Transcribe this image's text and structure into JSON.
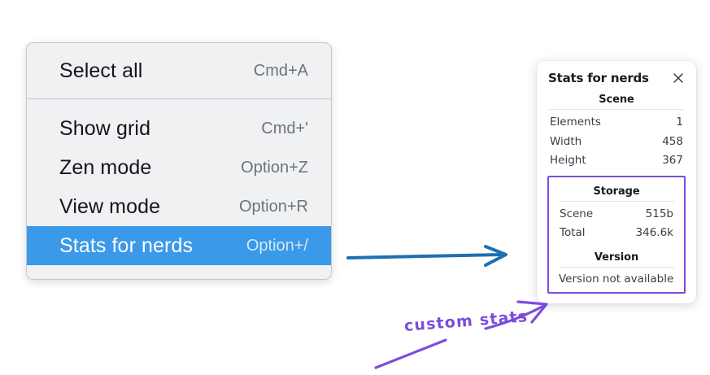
{
  "colors": {
    "menu_background": "#f0f1f3",
    "menu_border": "#c4c8ce",
    "selection_blue": "#3a99e8",
    "annotation_purple": "#7c4ddb",
    "arrow_blue": "#1f6fb2",
    "panel_background": "#ffffff",
    "text_primary": "#14161a",
    "text_muted": "#6e7377"
  },
  "context_menu": {
    "groups": [
      {
        "items": [
          {
            "label": "Select all",
            "shortcut": "Cmd+A",
            "selected": false
          }
        ]
      },
      {
        "items": [
          {
            "label": "Show grid",
            "shortcut": "Cmd+'",
            "selected": false
          },
          {
            "label": "Zen mode",
            "shortcut": "Option+Z",
            "selected": false
          },
          {
            "label": "View mode",
            "shortcut": "Option+R",
            "selected": false
          },
          {
            "label": "Stats for nerds",
            "shortcut": "Option+/",
            "selected": true
          }
        ]
      }
    ]
  },
  "stats_panel": {
    "title": "Stats for nerds",
    "close_icon": "close-icon",
    "sections": [
      {
        "title": "Scene",
        "highlighted": false,
        "rows": [
          {
            "key": "Elements",
            "value": "1"
          },
          {
            "key": "Width",
            "value": "458"
          },
          {
            "key": "Height",
            "value": "367"
          }
        ]
      },
      {
        "title": "Storage",
        "highlighted": true,
        "rows": [
          {
            "key": "Scene",
            "value": "515b"
          },
          {
            "key": "Total",
            "value": "346.6k"
          }
        ]
      },
      {
        "title": "Version",
        "highlighted": true,
        "text": "Version not available"
      }
    ]
  },
  "annotations": {
    "custom_stats_label": "custom stats",
    "blue_arrow_name": "menu-to-panel-arrow",
    "purple_arrow_name": "custom-stats-pointer-arrow",
    "purple_underline_name": "custom-stats-underline"
  }
}
